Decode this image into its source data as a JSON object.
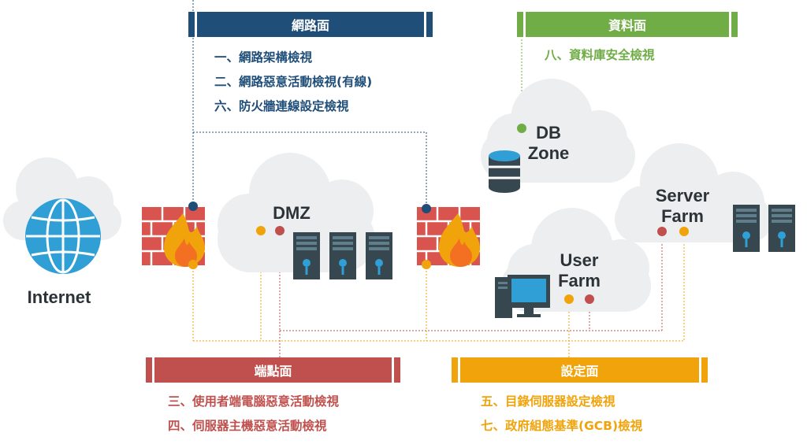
{
  "network": {
    "title": "網路面",
    "items": [
      "一、網路架構檢視",
      "二、網路惡意活動檢視(有線)",
      "六、防火牆連線設定檢視"
    ],
    "color": "#1f4e79"
  },
  "data_plane": {
    "title": "資料面",
    "items": [
      "八、資料庫安全檢視"
    ],
    "color": "#70ad47"
  },
  "endpoint": {
    "title": "端點面",
    "items": [
      "三、使用者端電腦惡意活動檢視",
      "四、伺服器主機惡意活動檢視"
    ],
    "color": "#c0504d"
  },
  "config": {
    "title": "設定面",
    "items": [
      "五、目錄伺服器設定檢視",
      "七、政府組態基準(GCB)檢視"
    ],
    "color": "#f0a30a"
  },
  "nodes": {
    "internet": "Internet",
    "dmz": "DMZ",
    "db_zone_1": "DB",
    "db_zone_2": "Zone",
    "server_farm_1": "Server",
    "server_farm_2": "Farm",
    "user_farm_1": "User",
    "user_farm_2": "Farm"
  },
  "colors": {
    "cloud": "#eceeef",
    "server_body": "#37474f",
    "server_light": "#2f9fd6",
    "brick": "#d9534f",
    "flame_outer": "#f0a30a",
    "flame_inner": "#f36f21",
    "globe": "#2f9fd6"
  }
}
